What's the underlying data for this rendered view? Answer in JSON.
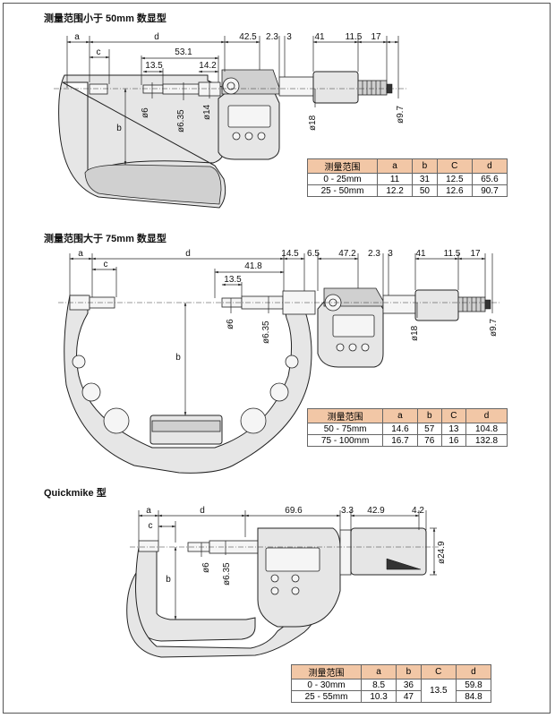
{
  "sections": [
    {
      "title": "测量范围小于 50mm 数显型",
      "dims": {
        "a": "a",
        "d": "d",
        "l42_5": "42.5",
        "l2_3": "2.3",
        "l3": "3",
        "l41": "41",
        "l11_5": "11.5",
        "l17": "17",
        "c": "c",
        "l53_1": "53.1",
        "l13_5": "13.5",
        "l14_2": "14.2",
        "d6": "ø6",
        "d6_35": "ø6.35",
        "d14": "ø14",
        "d18": "ø18",
        "d9_7": "ø9.7",
        "b": "b"
      },
      "table": {
        "headers": [
          "测量范围",
          "a",
          "b",
          "C",
          "d"
        ],
        "rows": [
          [
            "0 - 25mm",
            "11",
            "31",
            "12.5",
            "65.6"
          ],
          [
            "25 - 50mm",
            "12.2",
            "50",
            "12.6",
            "90.7"
          ]
        ]
      }
    },
    {
      "title": "测量范围大于 75mm 数显型",
      "dims": {
        "a": "a",
        "d": "d",
        "l14_5": "14.5",
        "l6_5": "6.5",
        "l47_2": "47.2",
        "l2_3": "2.3",
        "l3": "3",
        "l41": "41",
        "l11_5": "11.5",
        "l17": "17",
        "c": "c",
        "l41_8": "41.8",
        "l13_5": "13.5",
        "d6": "ø6",
        "d6_35": "ø6.35",
        "d18": "ø18",
        "d9_7": "ø9.7",
        "b": "b"
      },
      "table": {
        "headers": [
          "测量范围",
          "a",
          "b",
          "C",
          "d"
        ],
        "rows": [
          [
            "50 - 75mm",
            "14.6",
            "57",
            "13",
            "104.8"
          ],
          [
            "75 - 100mm",
            "16.7",
            "76",
            "16",
            "132.8"
          ]
        ]
      }
    },
    {
      "title": "Quickmike 型",
      "dims": {
        "a": "a",
        "d": "d",
        "c": "c",
        "l69_6": "69.6",
        "l3_3": "3.3",
        "l42_9": "42.9",
        "l4_2": "4.2",
        "d24_9": "ø24.9",
        "d6": "ø6",
        "d6_35": "ø6.35",
        "b": "b"
      },
      "table": {
        "headers": [
          "测量范围",
          "a",
          "b",
          "C",
          "d"
        ],
        "rows": [
          [
            "0 - 30mm",
            "8.5",
            "36",
            "13.5",
            "59.8"
          ],
          [
            "25 - 55mm",
            "10.3",
            "47",
            "",
            "84.8"
          ]
        ]
      }
    }
  ]
}
